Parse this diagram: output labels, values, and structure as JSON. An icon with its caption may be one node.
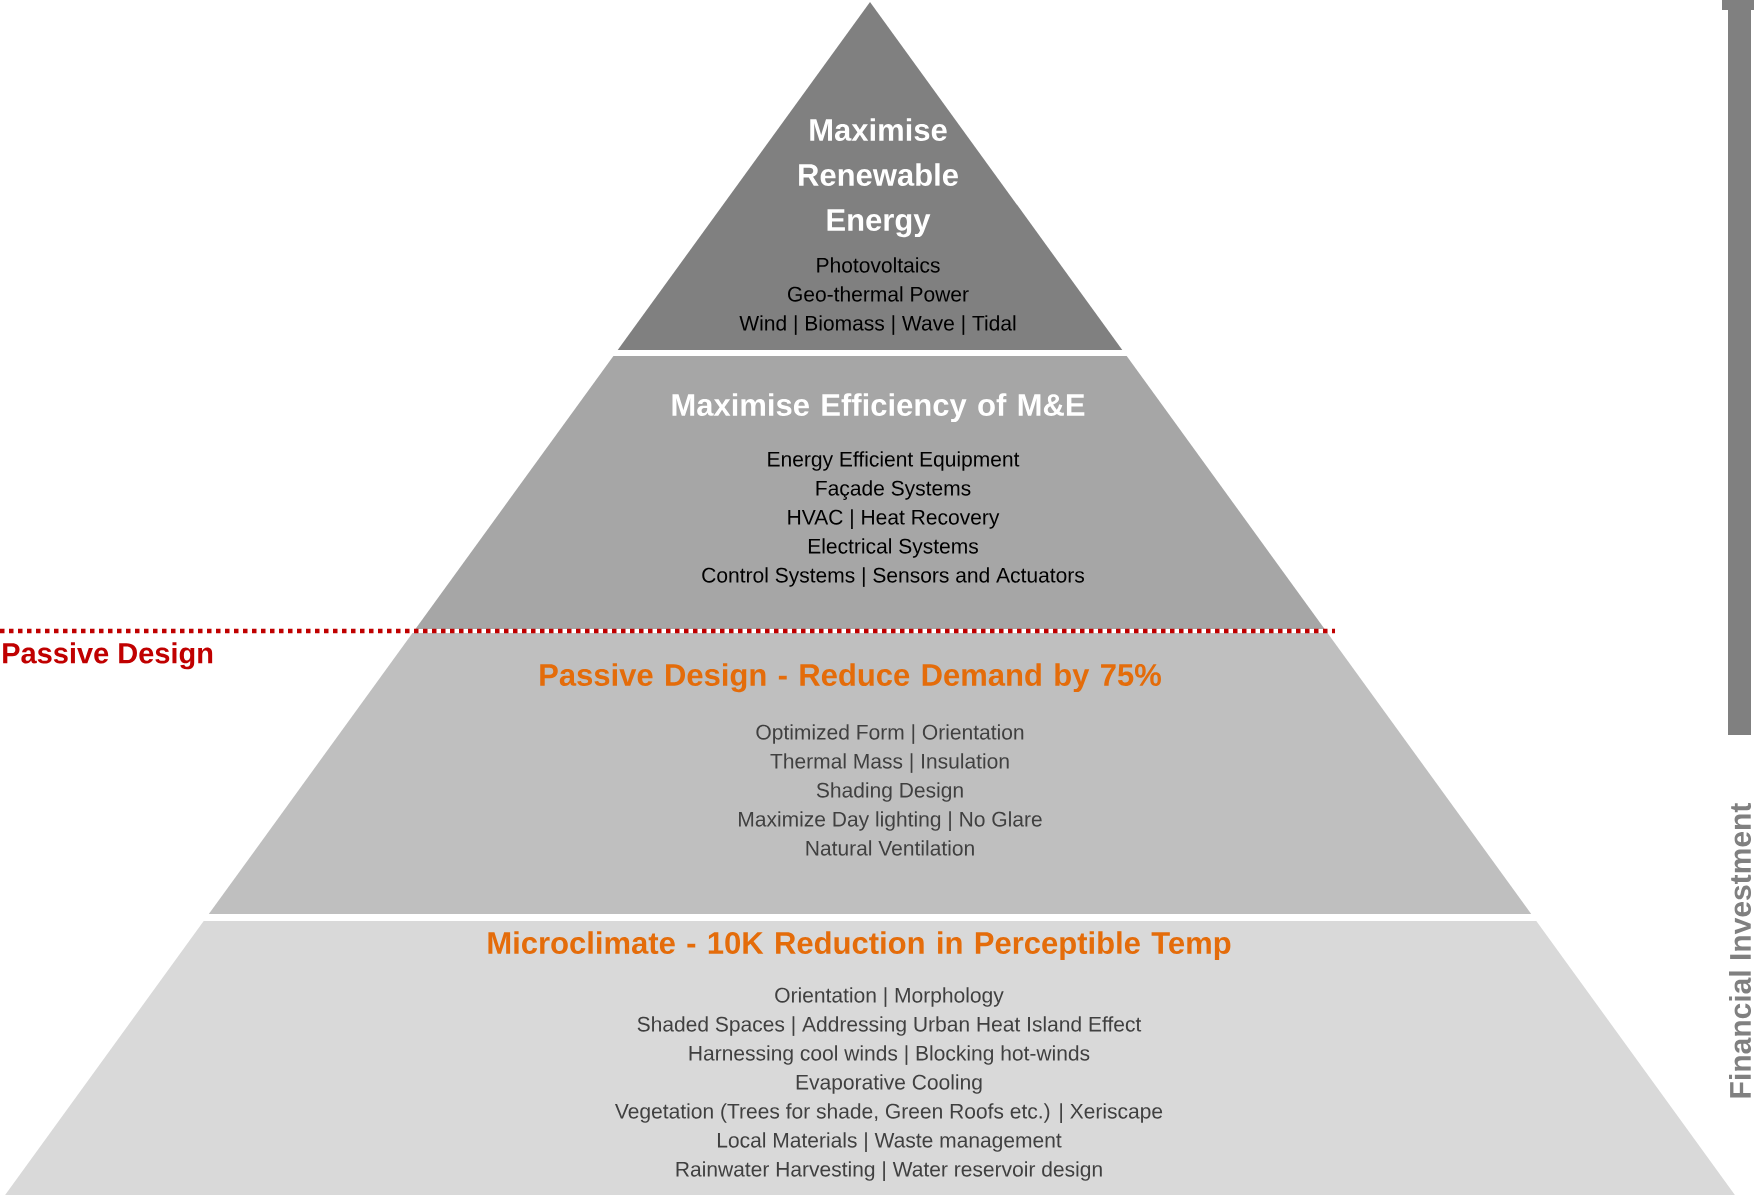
{
  "diagram": {
    "nodes": [
      {
        "text": [
          "Maximise Renewable Energy",
          "Photovoltaics",
          "Geo-thermal Power",
          "Wind | Biomass | Wave | Tidal"
        ]
      },
      {
        "text": [
          "Maximise Efficiency of M&E",
          "Energy Efficient Equipment",
          "Façade Systems",
          "HVAC | Heat Recovery",
          "Electrical Systems",
          "Control Systems | Sensors and Actuators"
        ]
      },
      {
        "text": [
          "Passive Design - Reduce Demand by 75%",
          "Optimized Form | Orientation",
          "Thermal Mass | Insulation",
          "Shading Design",
          "Maximize Day lighting | No Glare",
          "Natural Ventilation"
        ]
      },
      {
        "text": [
          "Microclimate  - 10K Reduction in Perceptible Temp",
          "Orientation | Morphology",
          "Shaded Spaces | Addressing Urban Heat Island Effect",
          "Harnessing cool winds | Blocking hot-winds",
          "Evaporative Cooling",
          "Vegetation (Trees for shade, Green Roofs etc.) | Xeriscape",
          "Local Materials | Waste management",
          "Rainwater Harvesting | Water reservoir design"
        ]
      }
    ],
    "labels": [
      "Passive Design",
      "Financial Investment"
    ]
  }
}
